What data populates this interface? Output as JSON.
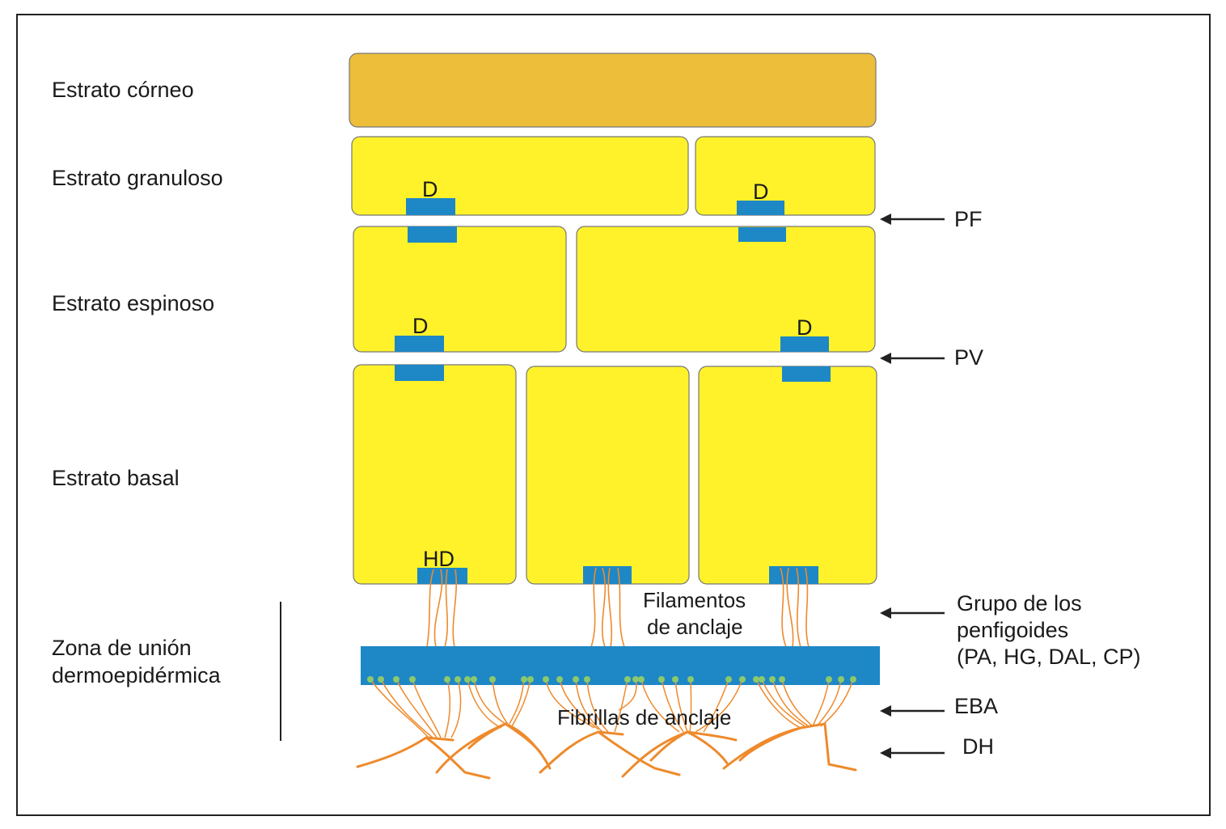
{
  "layers": {
    "corneo": "Estrato córneo",
    "granuloso": "Estrato granuloso",
    "espinoso": "Estrato espinoso",
    "basal": "Estrato basal",
    "zona_line1": "Zona de unión",
    "zona_line2": "dermoepidérmica"
  },
  "markers": {
    "desmosome": "D",
    "hemidesmosome": "HD"
  },
  "inner_labels": {
    "filamentos_line1": "Filamentos",
    "filamentos_line2": "de anclaje",
    "fibrillas": "Fibrillas de anclaje"
  },
  "arrows": {
    "pf": "PF",
    "pv": "PV",
    "grupo_line1": "Grupo de los",
    "grupo_line2": "penfigoides",
    "grupo_line3": "(PA, HG, DAL, CP)",
    "eba": "EBA",
    "dh": "DH"
  },
  "colors": {
    "corneum": "#EDBE3A",
    "cell": "#FFF22A",
    "desmosome": "#1E87C6",
    "basement": "#1E87C6",
    "fibril": "#EE8A2C",
    "dot": "#8BC96A"
  }
}
